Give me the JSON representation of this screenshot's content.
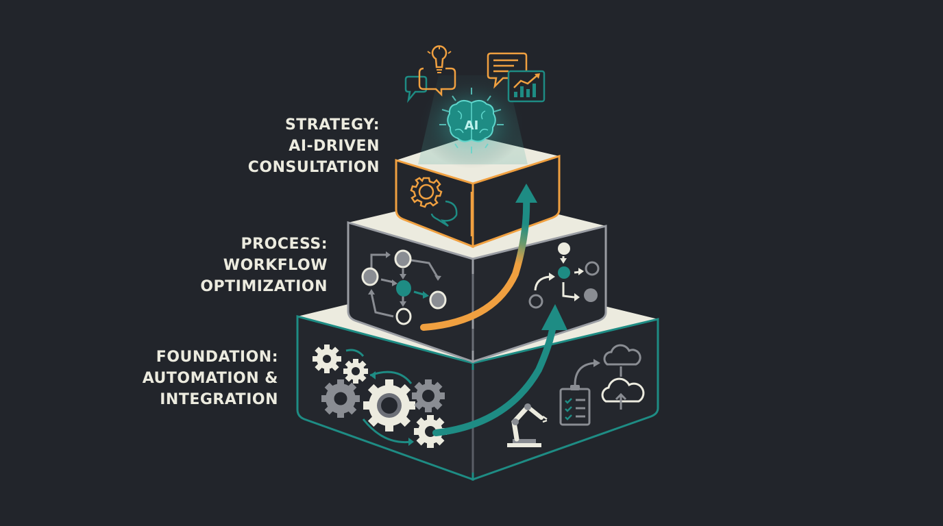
{
  "diagram": {
    "type": "layered-pyramid",
    "layers": [
      {
        "id": "strategy",
        "title": "STRATEGY:",
        "subtitle_line1": "AI-DRIVEN",
        "subtitle_line2": "CONSULTATION",
        "accent_color": "#f0a040",
        "icons": [
          "ai-brain-icon",
          "lightbulb-chat-icon",
          "chat-bubble-icon",
          "growth-chart-icon",
          "gear-icon",
          "speech-bubble-icon"
        ],
        "brain_text": "AI"
      },
      {
        "id": "process",
        "title": "PROCESS:",
        "subtitle_line1": "WORKFLOW",
        "subtitle_line2": "OPTIMIZATION",
        "accent_color": "#9a9da3",
        "icons": [
          "workflow-graph-icon",
          "flow-nodes-icon"
        ]
      },
      {
        "id": "foundation",
        "title": "FOUNDATION:",
        "subtitle_line1": "AUTOMATION &",
        "subtitle_line2": "INTEGRATION",
        "accent_color": "#1e8c84",
        "icons": [
          "gears-icon",
          "robot-arm-icon",
          "checklist-icon",
          "cloud-icon",
          "cloud-upload-icon"
        ]
      }
    ],
    "arrows": [
      {
        "from": "foundation",
        "to": "process",
        "color": "#1e8c84"
      },
      {
        "from": "process",
        "to": "strategy",
        "color": "#f0a040"
      }
    ],
    "colors": {
      "background": "#22252b",
      "box_face": "#26292f",
      "box_top": "#ecebdf",
      "teal": "#1e8c84",
      "orange": "#f0a040",
      "gray": "#9a9da3",
      "text": "#ecebdf"
    }
  }
}
